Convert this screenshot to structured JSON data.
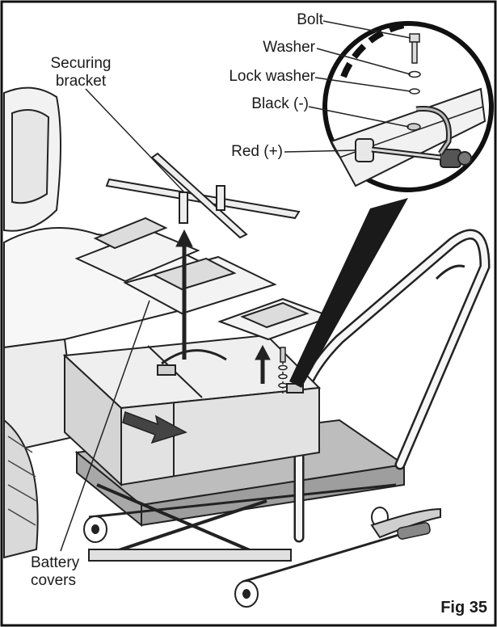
{
  "labels": {
    "bolt": "Bolt",
    "washer": "Washer",
    "lock_washer": "Lock washer",
    "black_negative": "Black (-)",
    "red_positive": "Red (+)",
    "securing_bracket_line1": "Securing",
    "securing_bracket_line2": "bracket",
    "battery_covers_line1": "Battery",
    "battery_covers_line2": "covers"
  },
  "figure_number": "Fig 35"
}
